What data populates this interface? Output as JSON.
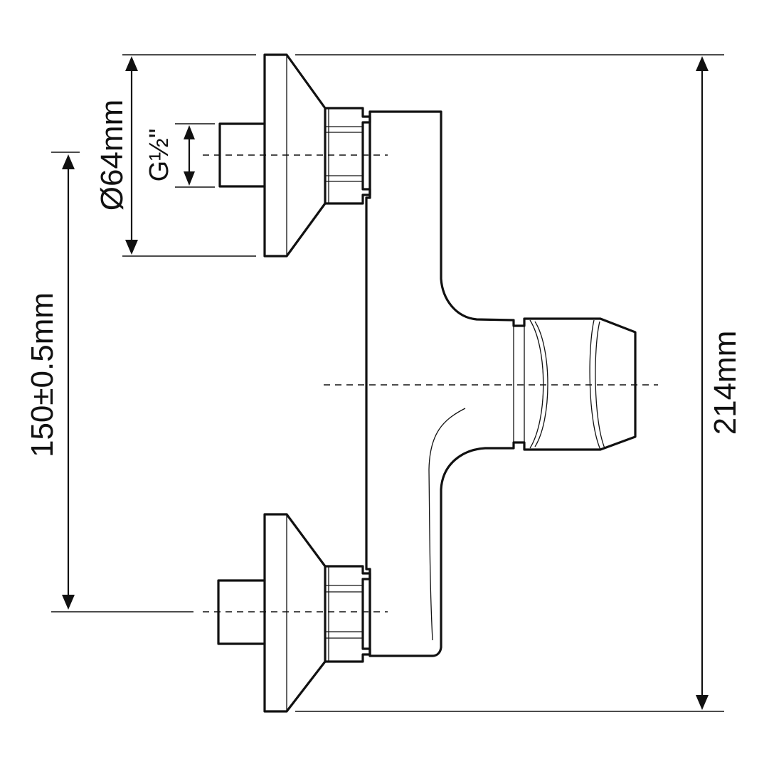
{
  "dimensions": {
    "overall_height": "214mm",
    "flange_diameter": "Ø64mm",
    "thread_size": "G½\"",
    "center_distance": "150±0.5mm"
  }
}
